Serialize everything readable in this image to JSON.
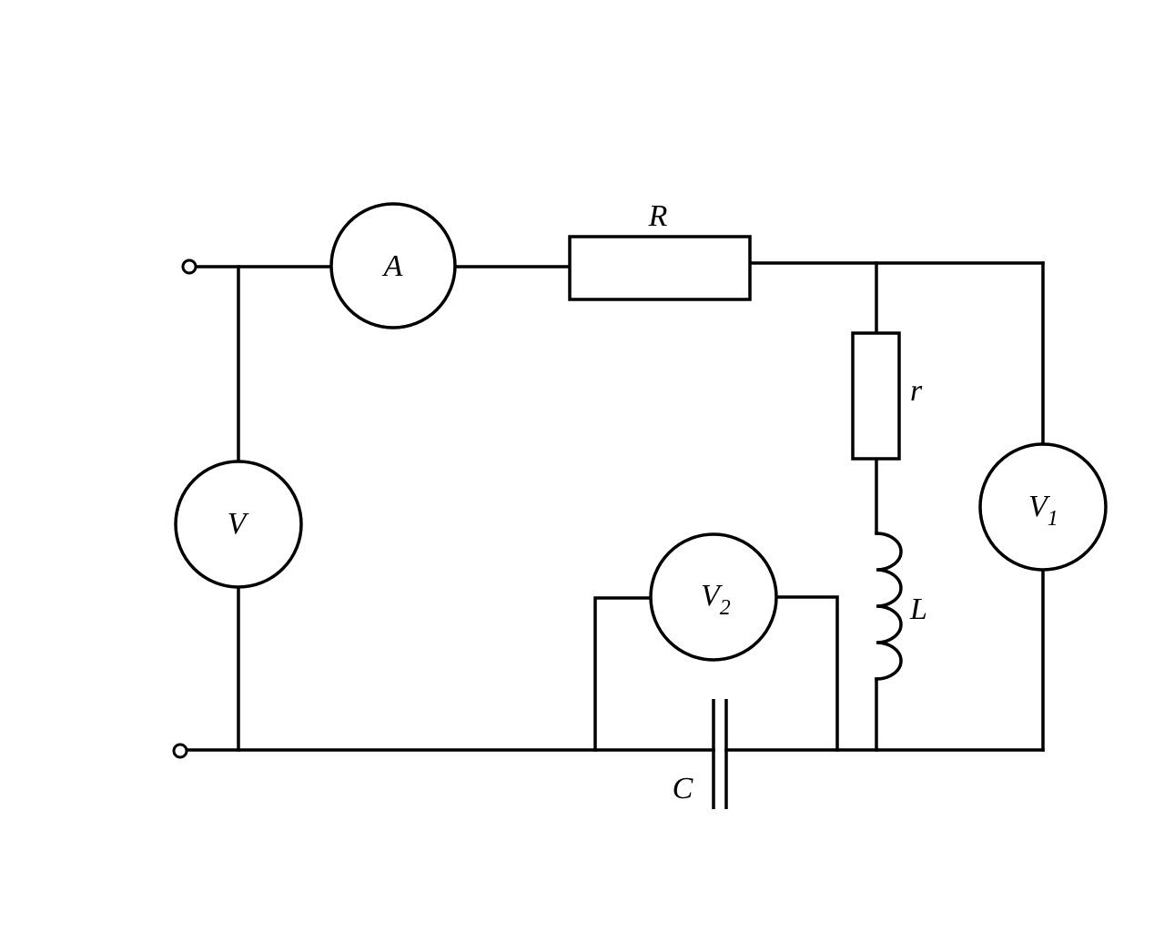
{
  "labels": {
    "ammeter": "A",
    "voltmeter_main": "V",
    "voltmeter_1": "V",
    "voltmeter_1_sub": "1",
    "voltmeter_2": "V",
    "voltmeter_2_sub": "2",
    "resistor_R": "R",
    "resistor_r": "r",
    "inductor": "L",
    "capacitor": "C"
  },
  "colors": {
    "stroke": "#000000",
    "background": "#ffffff"
  }
}
